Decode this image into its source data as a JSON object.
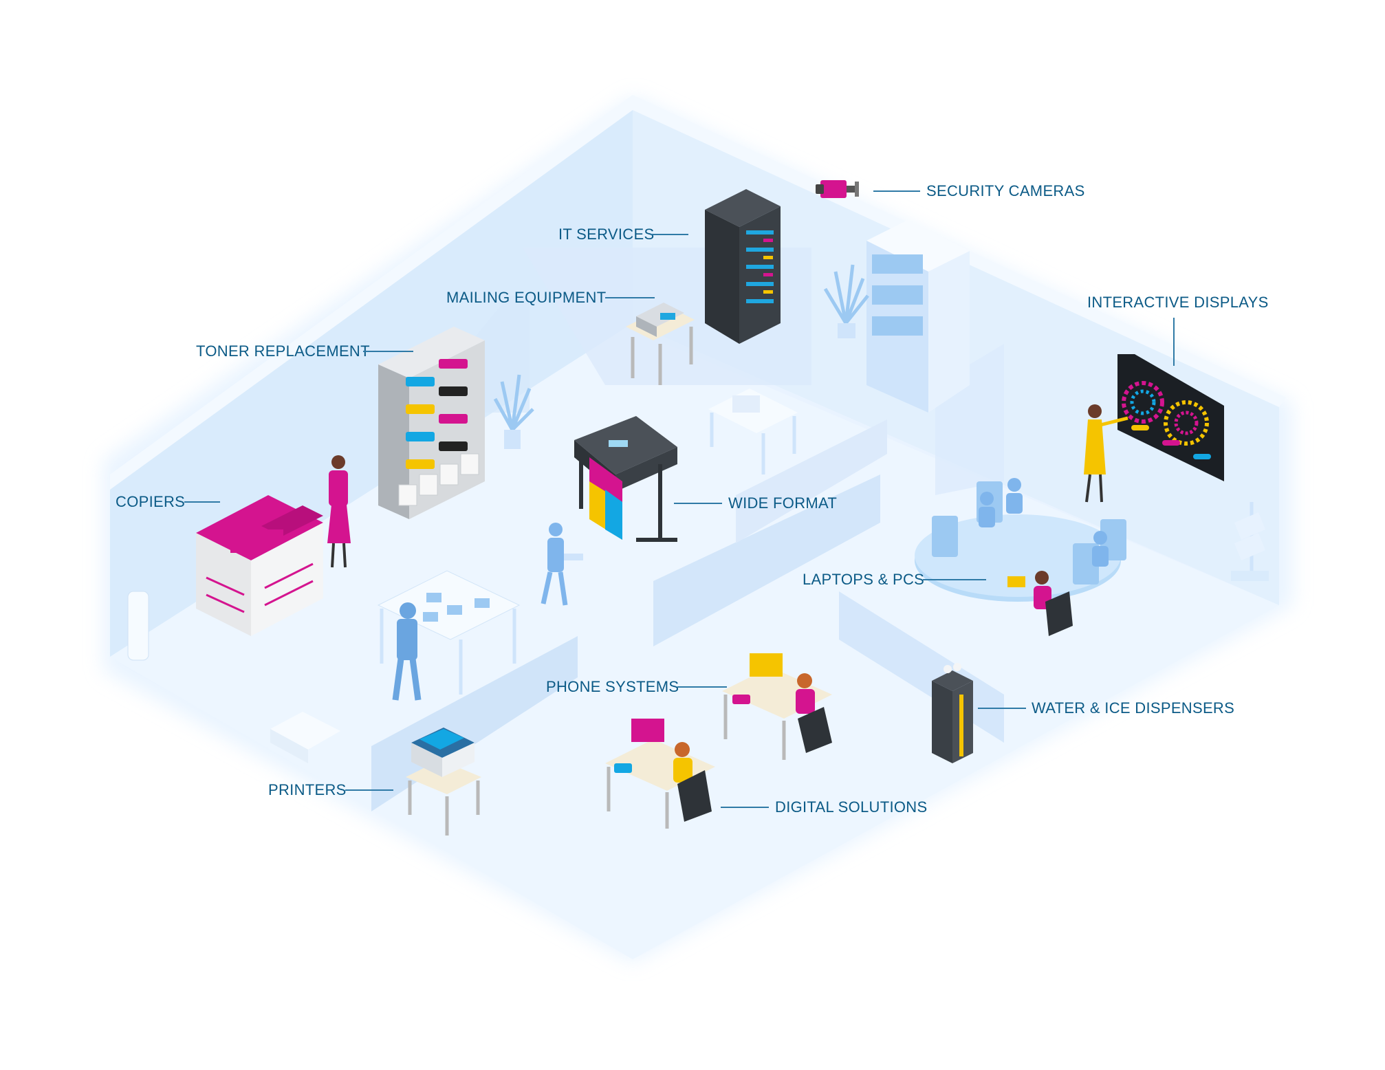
{
  "colors": {
    "label_text": "#0b5a86",
    "leader": "#2f7aa6",
    "floor": "#eaf4ff",
    "wall": "#d4e8fb",
    "magenta": "#d4148f",
    "yellow": "#f5c400",
    "cyan": "#13a7e3",
    "dark": "#333a42",
    "figure_blue": "#7fb5ec"
  },
  "labels": {
    "security_cameras": "SECURITY CAMERAS",
    "it_services": "IT SERVICES",
    "mailing_equipment": "MAILING EQUIPMENT",
    "toner_replacement": "TONER REPLACEMENT",
    "interactive_displays": "INTERACTIVE DISPLAYS",
    "copiers": "COPIERS",
    "wide_format": "WIDE FORMAT",
    "laptops_pcs": "LAPTOPS & PCS",
    "phone_systems": "PHONE SYSTEMS",
    "water_ice_dispensers": "WATER & ICE DISPENSERS",
    "printers": "PRINTERS",
    "digital_solutions": "DIGITAL SOLUTIONS"
  },
  "icons": [
    "security-camera-icon",
    "server-rack-icon",
    "mailing-machine-icon",
    "toner-shelf-icon",
    "interactive-display-icon",
    "copier-icon",
    "wide-format-printer-icon",
    "laptop-desk-icon",
    "desk-phone-icon",
    "water-dispenser-icon",
    "printer-icon",
    "computer-workstation-icon"
  ]
}
